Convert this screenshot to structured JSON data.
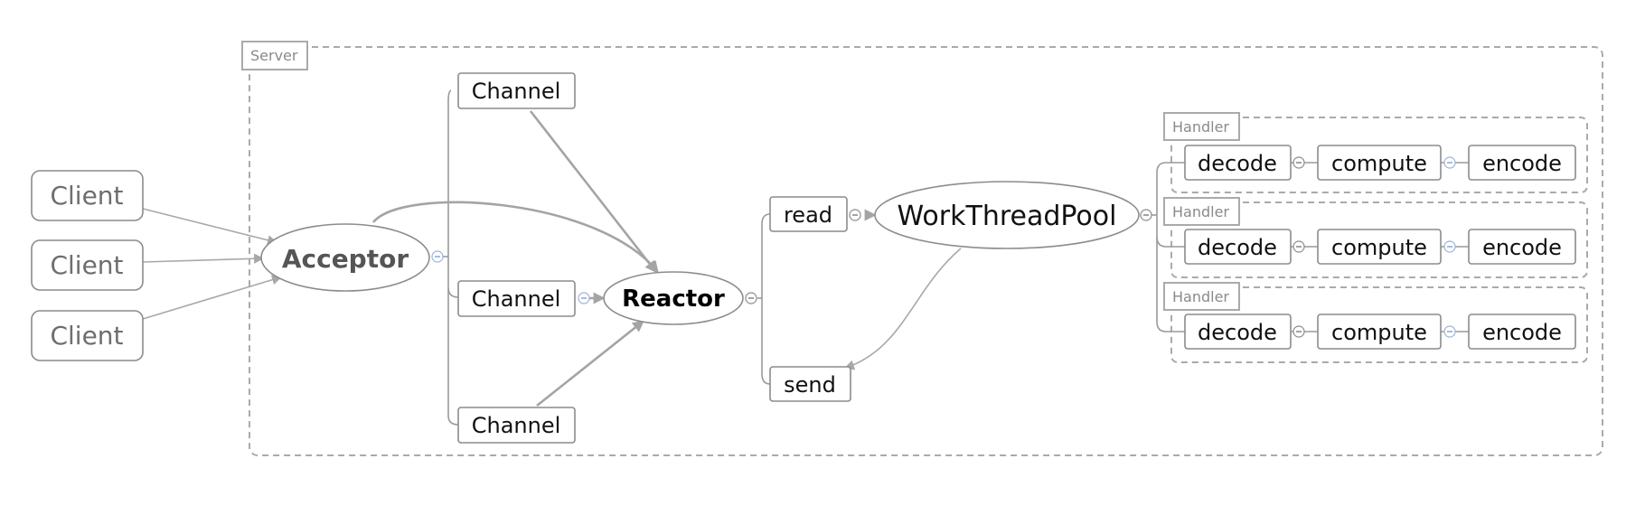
{
  "server_label": "Server",
  "clients": [
    "Client",
    "Client",
    "Client"
  ],
  "acceptor": "Acceptor",
  "channels": [
    "Channel",
    "Channel",
    "Channel"
  ],
  "reactor": "Reactor",
  "read": "read",
  "send": "send",
  "workthreadpool": "WorkThreadPool",
  "handlers": [
    {
      "label": "Handler",
      "steps": [
        "decode",
        "compute",
        "encode"
      ]
    },
    {
      "label": "Handler",
      "steps": [
        "decode",
        "compute",
        "encode"
      ]
    },
    {
      "label": "Handler",
      "steps": [
        "decode",
        "compute",
        "encode"
      ]
    }
  ],
  "colors": {
    "line": "#9a9a9a",
    "border": "#8c8c8c",
    "dashed": "#aaaaaa",
    "collapse_blue": "#6f8fc7"
  }
}
